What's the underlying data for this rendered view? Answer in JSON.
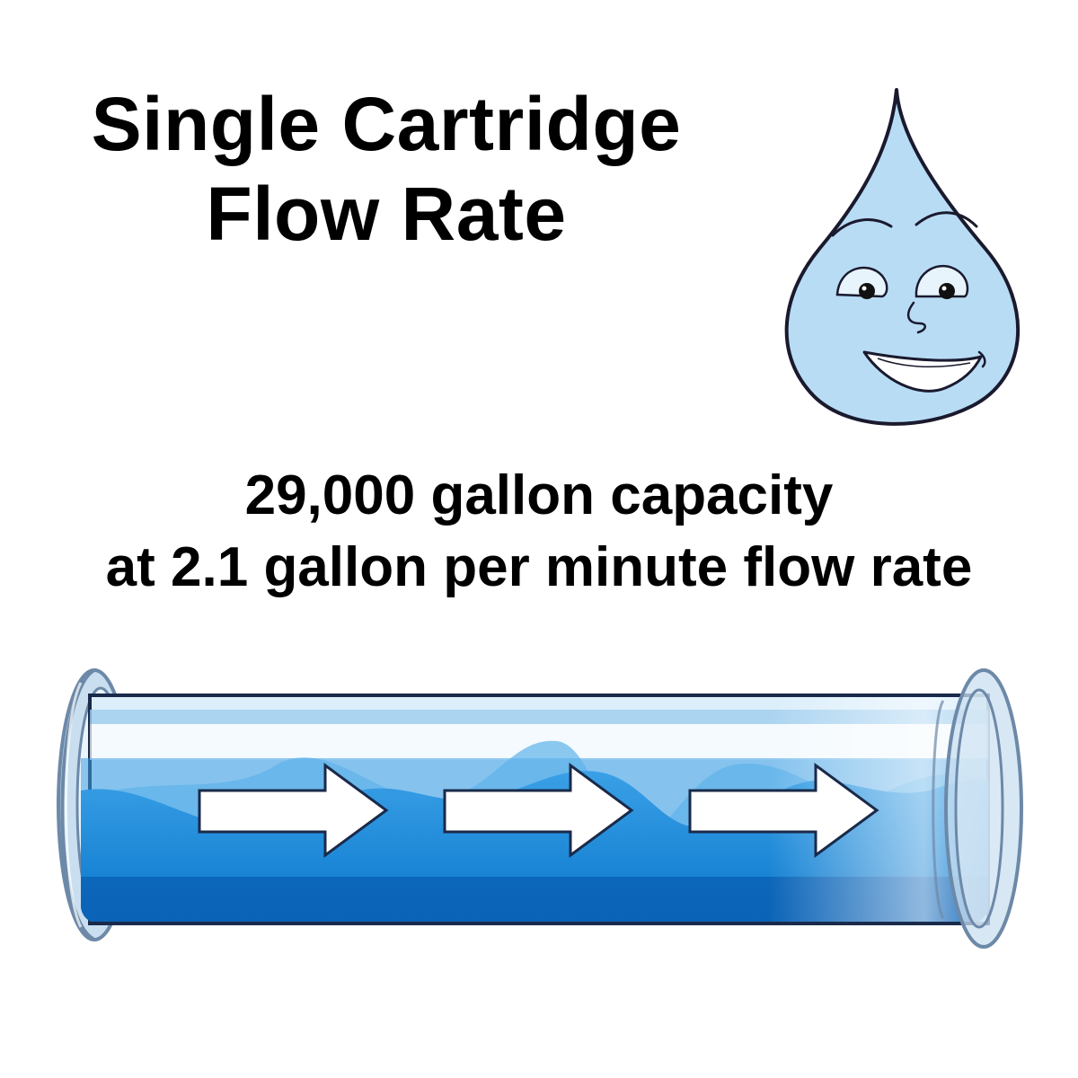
{
  "title": {
    "line1": "Single Cartridge",
    "line2": "Flow Rate"
  },
  "spec": {
    "line1": "29,000 gallon capacity",
    "line2": "at 2.1 gallon per minute flow rate"
  },
  "colors": {
    "drop_fill": "#b9dcf5",
    "drop_outline": "#1a1a2e",
    "water_deep": "#0a6fc2",
    "water_mid": "#1e8fdc",
    "water_light": "#4aa8e6",
    "pipe_glass": "#d6ebf8",
    "pipe_rim": "#a9c2db",
    "arrow_fill": "#ffffff",
    "arrow_outline": "#1a2a4a"
  },
  "icons": {
    "mascot": "smiling-water-drop-icon",
    "pipe": "water-pipe-illustration",
    "flow_arrow": "right-arrow-icon"
  },
  "flow_arrows": [
    {
      "name": "flow-arrow-1"
    },
    {
      "name": "flow-arrow-2"
    },
    {
      "name": "flow-arrow-3"
    }
  ]
}
